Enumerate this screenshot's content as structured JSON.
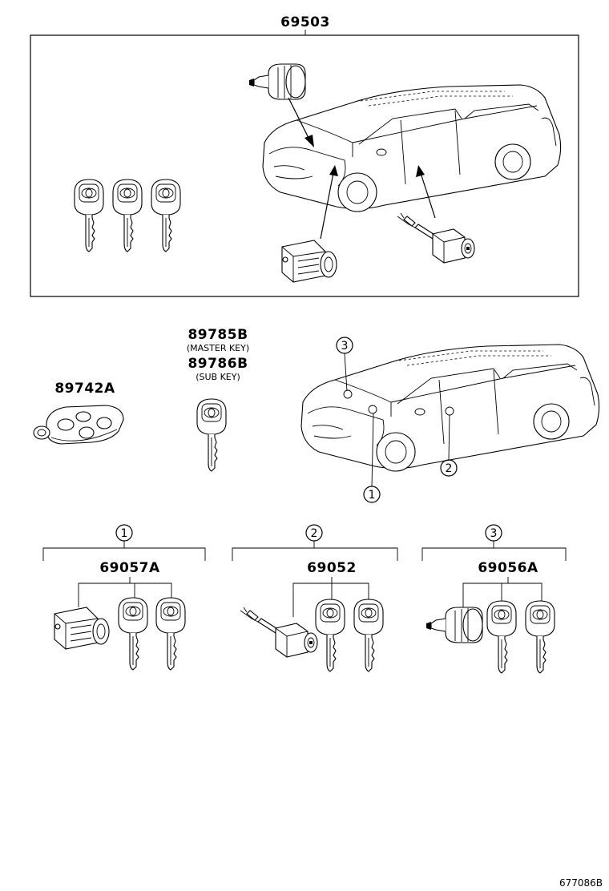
{
  "parts": {
    "main_assembly": "69503",
    "transmitter": "89742A",
    "master_key": "89785B",
    "master_key_note": "(MASTER KEY)",
    "sub_key": "89786B",
    "sub_key_note": "(SUB KEY)",
    "set_1": "69057A",
    "set_2": "69052",
    "set_3": "69056A"
  },
  "callouts": {
    "c1": "1",
    "c2": "2",
    "c3": "3"
  },
  "reference": "677086B",
  "icons": [
    "key-icon",
    "cylinder-icon",
    "van-icon",
    "remote-transmitter-icon",
    "toyota-emblem-icon"
  ]
}
